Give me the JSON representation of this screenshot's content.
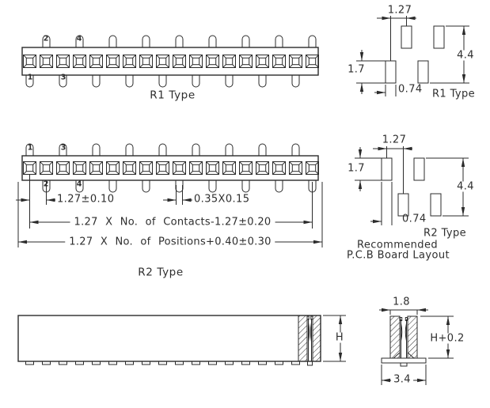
{
  "page": {
    "background": "#ffffff",
    "line_color": "#2b2b2b",
    "text_color": "#2e2e2e"
  },
  "r1_front": {
    "caption": "R1 Type",
    "contact_count": 18,
    "pin_labels": {
      "top": [
        "2",
        "4"
      ],
      "bottom": [
        "1",
        "3"
      ]
    }
  },
  "r2_front": {
    "caption": "R2 Type",
    "contact_count": 18,
    "pin_labels": {
      "top": [
        "1",
        "3"
      ],
      "bottom": [
        "2",
        "4"
      ]
    },
    "dimensions": {
      "pitch": "1.27±0.10",
      "pin_size": "0.35X0.15",
      "contacts_span": "1.27 X No. of Contacts-1.27±0.20",
      "positions_span": "1.27 X No. of Positions+0.40±0.30"
    }
  },
  "r1_layout": {
    "caption": "R1 Type",
    "dimensions": {
      "pitch": "1.27",
      "pad_height": "1.7",
      "row_span": "4.4",
      "pad_width": "0.74"
    }
  },
  "r2_layout": {
    "caption": "R2 Type",
    "note_line1": "Recommended",
    "note_line2": "P.C.B Board Layout",
    "dimensions": {
      "pitch": "1.27",
      "pad_height": "1.7",
      "row_span": "4.4",
      "pad_width": "0.74"
    }
  },
  "side_view": {
    "dimensions": {
      "height": "H"
    },
    "feet_count": 17
  },
  "section_view": {
    "dimensions": {
      "top_width": "1.8",
      "height": "H+0.2",
      "bottom_width": "3.4"
    }
  }
}
